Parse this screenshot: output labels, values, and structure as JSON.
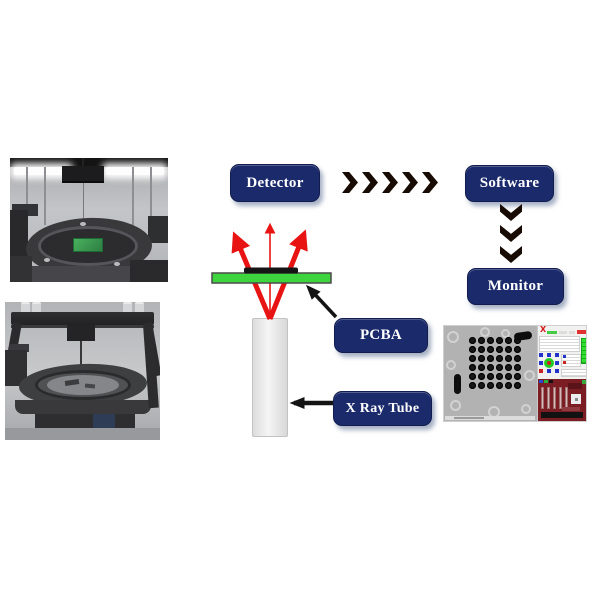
{
  "diagram": {
    "boxes": {
      "detector": "Detector",
      "software": "Software",
      "monitor": "Monitor",
      "pcba": "PCBA",
      "xray_tube": "X Ray Tube"
    },
    "flow": {
      "detector_to_software_chevrons": 5,
      "software_to_monitor_chevrons": 3
    },
    "colors": {
      "box_fill": "#1b2a6b",
      "box_text": "#ffffff",
      "chevron_black": "#170b04",
      "beam_red": "#e81414",
      "pcb_green": "#3ed43e",
      "pointer_black": "#141414",
      "tube_gray": "#ededed"
    }
  },
  "photos": {
    "chamber_alt": "x-ray machine chamber with rotating stage and PCB",
    "gantry_alt": "x-ray machine gantry and turntable close-up"
  },
  "xray_screenshot": {
    "alt": "inspection software screenshot showing BGA x-ray image",
    "bga_grid": {
      "rows": 6,
      "cols": 6
    },
    "panel_marker": "X"
  }
}
